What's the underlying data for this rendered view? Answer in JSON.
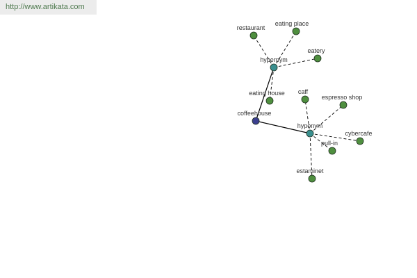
{
  "header": {
    "url": "http://www.artikata.com"
  },
  "colors": {
    "leaf": "#4f8f3f",
    "hub": "#3a8f8f",
    "root": "#3c3f8f",
    "edge": "#000000"
  },
  "graph": {
    "nodes": [
      {
        "id": "coffeehouse",
        "label": "coffeehouse",
        "kind": "root"
      },
      {
        "id": "hyp1",
        "label": "hypernym",
        "kind": "hub"
      },
      {
        "id": "hyp2",
        "label": "hyponym",
        "kind": "hub"
      },
      {
        "id": "restaurant",
        "label": "restaurant",
        "kind": "leaf"
      },
      {
        "id": "eating_place",
        "label": "eating place",
        "kind": "leaf"
      },
      {
        "id": "eatery",
        "label": "eatery",
        "kind": "leaf"
      },
      {
        "id": "eating_house",
        "label": "eating house",
        "kind": "leaf"
      },
      {
        "id": "caff",
        "label": "caff",
        "kind": "leaf"
      },
      {
        "id": "espresso_shop",
        "label": "espresso shop",
        "kind": "leaf"
      },
      {
        "id": "cybercafe",
        "label": "cybercafe",
        "kind": "leaf"
      },
      {
        "id": "pull_in",
        "label": "pull-in",
        "kind": "leaf"
      },
      {
        "id": "estaminet",
        "label": "estaminet",
        "kind": "leaf"
      }
    ],
    "edges": [
      {
        "from": "coffeehouse",
        "to": "hyp1",
        "style": "solid"
      },
      {
        "from": "coffeehouse",
        "to": "hyp2",
        "style": "solid"
      },
      {
        "from": "hyp1",
        "to": "restaurant",
        "style": "dashed"
      },
      {
        "from": "hyp1",
        "to": "eating_place",
        "style": "dashed"
      },
      {
        "from": "hyp1",
        "to": "eatery",
        "style": "dashed"
      },
      {
        "from": "hyp1",
        "to": "eating_house",
        "style": "dashed"
      },
      {
        "from": "hyp2",
        "to": "caff",
        "style": "dashed"
      },
      {
        "from": "hyp2",
        "to": "espresso_shop",
        "style": "dashed"
      },
      {
        "from": "hyp2",
        "to": "cybercafe",
        "style": "dashed"
      },
      {
        "from": "hyp2",
        "to": "pull_in",
        "style": "dashed"
      },
      {
        "from": "hyp2",
        "to": "estaminet",
        "style": "dashed"
      }
    ]
  }
}
